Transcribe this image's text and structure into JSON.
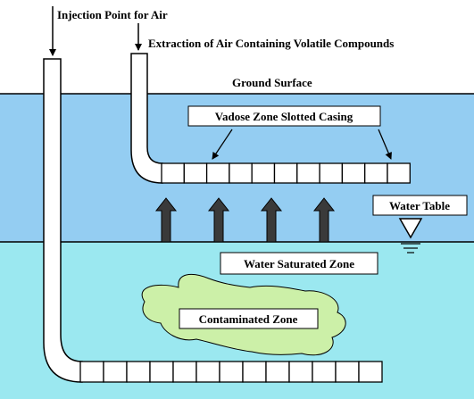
{
  "labels": {
    "injection_point": "Injection Point for Air",
    "extraction": "Extraction of Air Containing Volatile Compounds",
    "ground_surface": "Ground Surface",
    "vadose_casing": "Vadose Zone Slotted Casing",
    "water_table": "Water Table",
    "saturated_zone": "Water Saturated Zone",
    "contaminated_zone": "Contaminated Zone"
  },
  "colors": {
    "sky": "#ffffff",
    "vadose": "#94cdf2",
    "saturated": "#9be8f0",
    "contaminated": "#ccf0a8",
    "pipe": "#ffffff",
    "outline": "#000000",
    "upward_arrow": "#3a3a3a"
  },
  "counts": {
    "upper_casing_slots": 11,
    "lower_casing_slots": 13,
    "upward_arrows": 4
  }
}
